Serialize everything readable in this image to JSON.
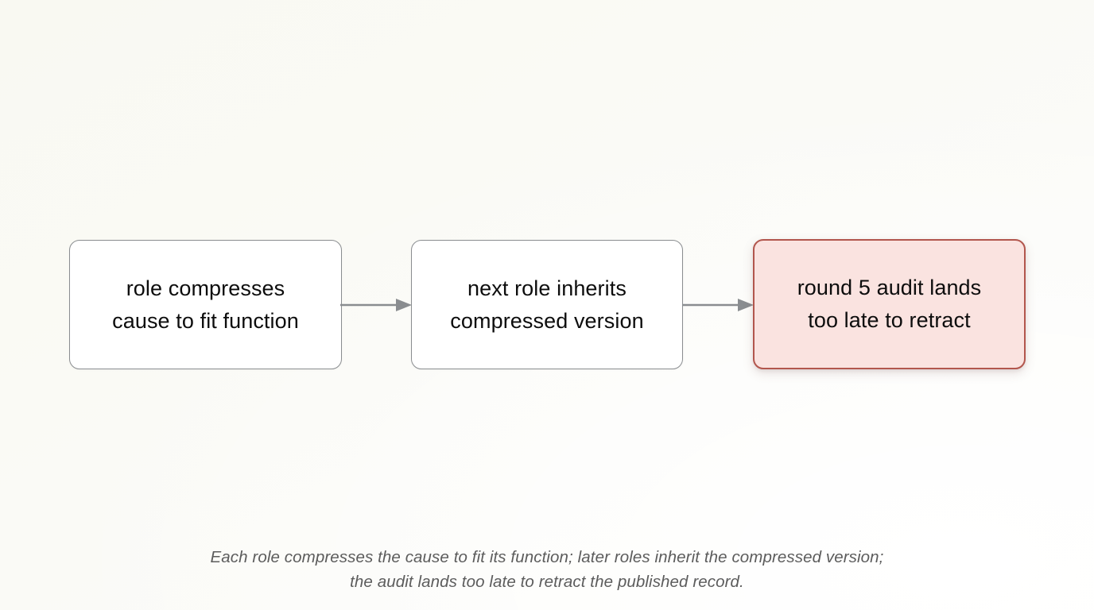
{
  "diagram": {
    "type": "flowchart",
    "orientation": "left-to-right",
    "background_color": "#faf9f4",
    "nodes": [
      {
        "id": "node-1",
        "label": "role compresses\ncause to fit function",
        "style": "plain",
        "fill_color": "#ffffff",
        "border_color": "#8a8d90",
        "text_color": "#0d0d0d"
      },
      {
        "id": "node-2",
        "label": "next role inherits\ncompressed version",
        "style": "plain",
        "fill_color": "#ffffff",
        "border_color": "#8a8d90",
        "text_color": "#0d0d0d"
      },
      {
        "id": "node-3",
        "label": "round 5 audit lands\ntoo late to retract",
        "style": "danger",
        "fill_color": "#fae3e0",
        "border_color": "#b2564d",
        "text_color": "#0d0d0d"
      }
    ],
    "edges": [
      {
        "id": "edge-1",
        "from": "node-1",
        "to": "node-2",
        "arrow": "single",
        "color": "#8a8d90"
      },
      {
        "id": "edge-2",
        "from": "node-2",
        "to": "node-3",
        "arrow": "single",
        "color": "#8a8d90"
      }
    ],
    "caption": "Each role compresses the cause to fit its function; later roles inherit the compressed version;\nthe audit lands too late to retract the published record.",
    "caption_color": "#5c5c5c"
  }
}
